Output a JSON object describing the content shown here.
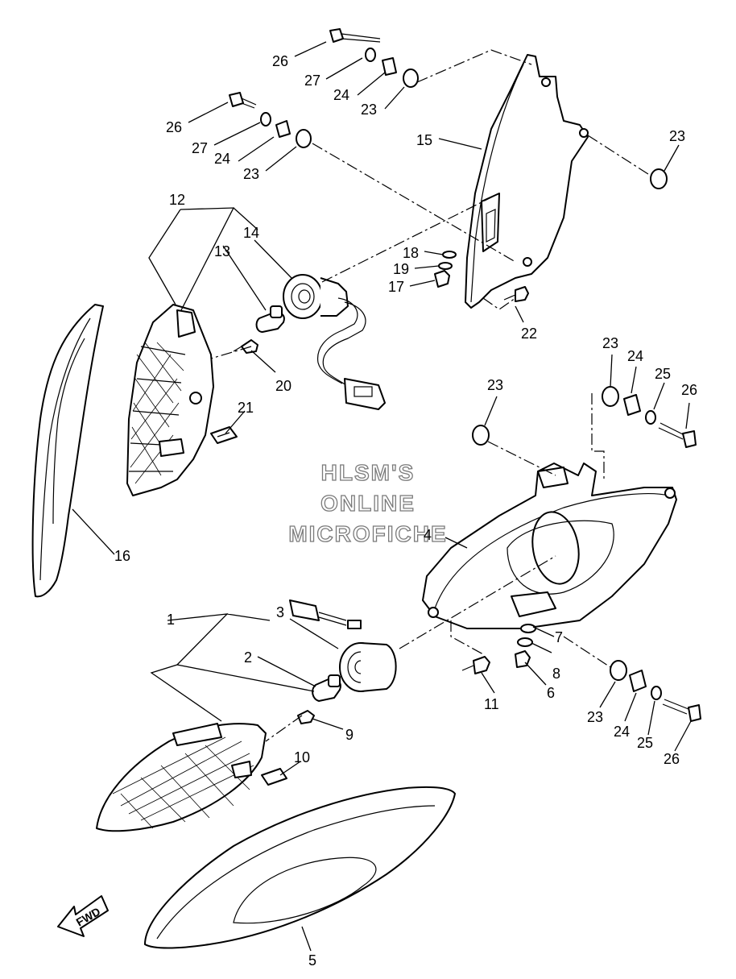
{
  "watermark": {
    "line1": "HLSM'S",
    "line2": "ONLINE",
    "line3": "MICROFICHE"
  },
  "direction_label": "FWD",
  "callouts": [
    {
      "id": "c1",
      "text": "1"
    },
    {
      "id": "c2",
      "text": "2"
    },
    {
      "id": "c3",
      "text": "3"
    },
    {
      "id": "c4",
      "text": "4"
    },
    {
      "id": "c5",
      "text": "5"
    },
    {
      "id": "c6",
      "text": "6"
    },
    {
      "id": "c7",
      "text": "7"
    },
    {
      "id": "c8",
      "text": "8"
    },
    {
      "id": "c9",
      "text": "9"
    },
    {
      "id": "c10",
      "text": "10"
    },
    {
      "id": "c11",
      "text": "11"
    },
    {
      "id": "c12",
      "text": "12"
    },
    {
      "id": "c13",
      "text": "13"
    },
    {
      "id": "c14",
      "text": "14"
    },
    {
      "id": "c15",
      "text": "15"
    },
    {
      "id": "c16",
      "text": "16"
    },
    {
      "id": "c17",
      "text": "17"
    },
    {
      "id": "c18",
      "text": "18"
    },
    {
      "id": "c19",
      "text": "19"
    },
    {
      "id": "c20",
      "text": "20"
    },
    {
      "id": "c21",
      "text": "21"
    },
    {
      "id": "c22",
      "text": "22"
    },
    {
      "id": "c23a",
      "text": "23"
    },
    {
      "id": "c23b",
      "text": "23"
    },
    {
      "id": "c23c",
      "text": "23"
    },
    {
      "id": "c23d",
      "text": "23"
    },
    {
      "id": "c23e",
      "text": "23"
    },
    {
      "id": "c23f",
      "text": "23"
    },
    {
      "id": "c24a",
      "text": "24"
    },
    {
      "id": "c24b",
      "text": "24"
    },
    {
      "id": "c24c",
      "text": "24"
    },
    {
      "id": "c24d",
      "text": "24"
    },
    {
      "id": "c25a",
      "text": "25"
    },
    {
      "id": "c25b",
      "text": "25"
    },
    {
      "id": "c26a",
      "text": "26"
    },
    {
      "id": "c26b",
      "text": "26"
    },
    {
      "id": "c26c",
      "text": "26"
    },
    {
      "id": "c26d",
      "text": "26"
    },
    {
      "id": "c27a",
      "text": "27"
    },
    {
      "id": "c27b",
      "text": "27"
    }
  ]
}
